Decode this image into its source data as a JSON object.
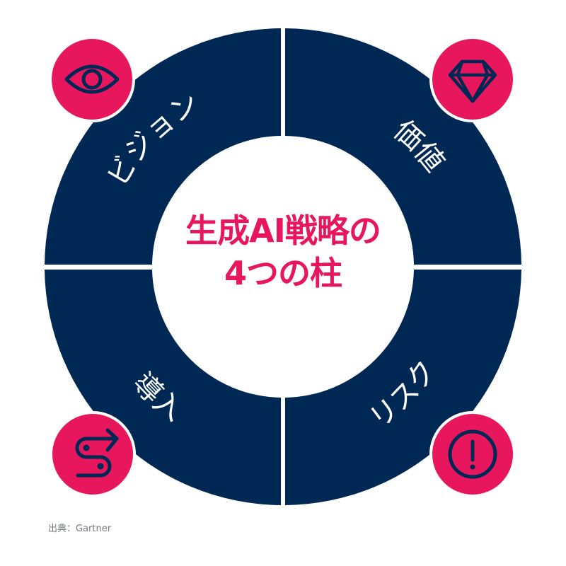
{
  "title": {
    "line1": "生成AI戦略の",
    "line2": "4つの柱"
  },
  "pillars": [
    {
      "label": "ビジョン",
      "icon": "eye-icon",
      "position": "top-left"
    },
    {
      "label": "価値",
      "icon": "diamond-icon",
      "position": "top-right"
    },
    {
      "label": "導入",
      "icon": "path-arrow-icon",
      "position": "bottom-left"
    },
    {
      "label": "リスク",
      "icon": "exclamation-circle-icon",
      "position": "bottom-right"
    }
  ],
  "source": "出典：Gartner",
  "colors": {
    "ring": "#002855",
    "accent": "#e8175d",
    "background": "#ffffff",
    "source_text": "#777b80"
  }
}
